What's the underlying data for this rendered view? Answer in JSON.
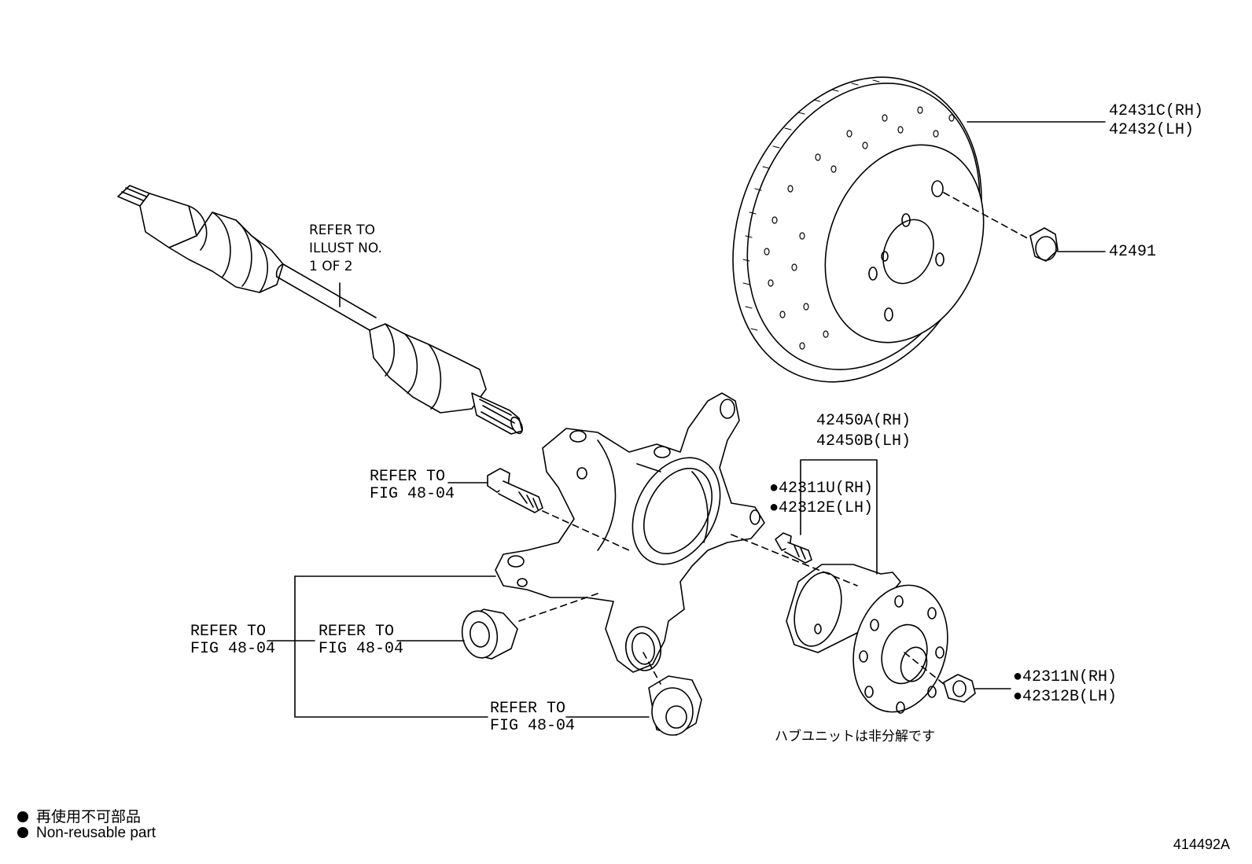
{
  "labels": {
    "rotor_rh": "42431C(RH)",
    "rotor_lh": "42432(LH)",
    "plug": "42491",
    "hub_rh": "42450A(RH)",
    "hub_lh": "42450B(LH)",
    "bolt_rh": "●42311U(RH)",
    "bolt_lh": "●42312E(LH)",
    "nut_rh": "●42311N(RH)",
    "nut_lh": "●42312B(LH)"
  },
  "references": {
    "shaft_l1": "REFER TO",
    "shaft_l2": "ILLUST NO.",
    "shaft_l3": "1 OF 2",
    "fig_l1": "REFER TO",
    "fig_l2": "FIG 48-04"
  },
  "notes": {
    "hub_non_disassembly": "ハブユニットは非分解です"
  },
  "legend": {
    "jp": "再使用不可部品",
    "en": "Non-reusable part"
  },
  "figure_number": "414492A"
}
